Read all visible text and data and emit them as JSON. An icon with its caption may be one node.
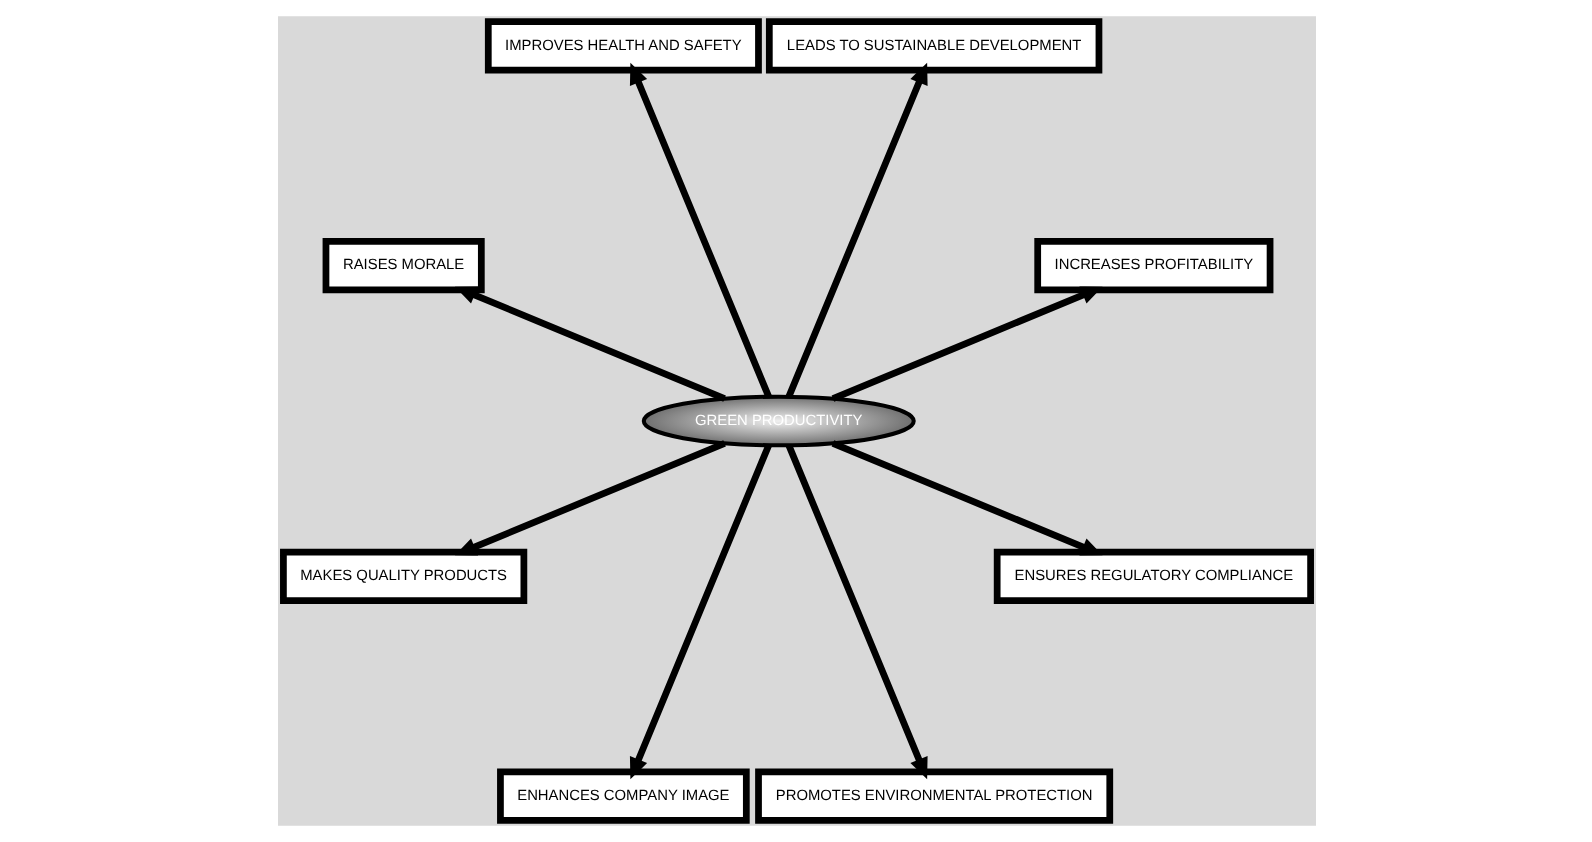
{
  "diagram": {
    "nodes": [
      {
        "text": [
          "GREEN PRODUCTIVITY"
        ]
      },
      {
        "text": [
          "INCREASES PROFITABILITY"
        ]
      },
      {
        "text": [
          "LEADS TO SUSTAINABLE DEVELOPMENT"
        ]
      },
      {
        "text": [
          "IMPROVES HEALTH AND SAFETY"
        ]
      },
      {
        "text": [
          "RAISES MORALE"
        ]
      },
      {
        "text": [
          "MAKES QUALITY PRODUCTS"
        ]
      },
      {
        "text": [
          "ENHANCES COMPANY IMAGE"
        ]
      },
      {
        "text": [
          "PROMOTES ENVIRONMENTAL PROTECTION"
        ]
      },
      {
        "text": [
          "ENSURES REGULATORY COMPLIANCE"
        ]
      }
    ],
    "edges": [
      {
        "from": 0,
        "to": 1,
        "arrow": "to"
      },
      {
        "from": 0,
        "to": 2,
        "arrow": "to"
      },
      {
        "from": 0,
        "to": 3,
        "arrow": "to"
      },
      {
        "from": 0,
        "to": 4,
        "arrow": "to"
      },
      {
        "from": 0,
        "to": 5,
        "arrow": "to"
      },
      {
        "from": 0,
        "to": 6,
        "arrow": "to"
      },
      {
        "from": 0,
        "to": 7,
        "arrow": "to"
      },
      {
        "from": 0,
        "to": 8,
        "arrow": "to"
      }
    ]
  }
}
